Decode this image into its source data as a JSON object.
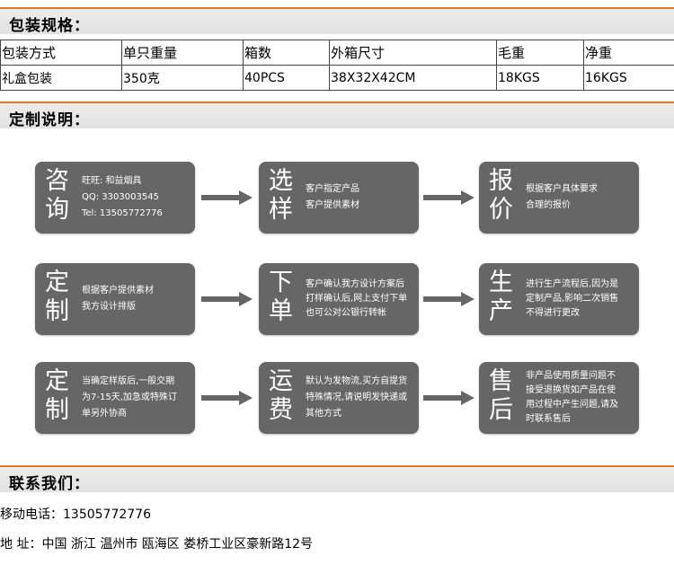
{
  "packaging": {
    "title": "包装规格：",
    "table": {
      "headers": [
        "包装方式",
        "单只重量",
        "箱数",
        "外箱尺寸",
        "毛重",
        "净重"
      ],
      "rows": [
        [
          "礼盒包装",
          "350克",
          "40PCS",
          "38X32X42CM",
          "18KGS",
          "16KGS"
        ]
      ]
    }
  },
  "custom": {
    "title": "定制说明：",
    "steps": [
      {
        "big": [
          "咨",
          "询"
        ],
        "lines": [
          "旺旺: 和益烟具",
          "QQ: 3303003545",
          "Tel: 13505772776"
        ]
      },
      {
        "big": [
          "选",
          "样"
        ],
        "lines": [
          "客户指定产品",
          "客户提供素材"
        ]
      },
      {
        "big": [
          "报",
          "价"
        ],
        "lines": [
          "根据客户具体要求",
          "合理的报价"
        ]
      },
      {
        "big": [
          "定",
          "制"
        ],
        "lines": [
          "根据客户提供素材",
          "我方设计排版"
        ]
      },
      {
        "big": [
          "下",
          "单"
        ],
        "lines": [
          "客户确认我方设计方案后",
          "打样确认后,网上支付下单",
          "也可公对公银行转帐"
        ]
      },
      {
        "big": [
          "生",
          "产"
        ],
        "lines": [
          "进行生产流程后,因为是",
          "定制产品,影响二次销售",
          "不得进行更改"
        ]
      },
      {
        "big": [
          "定",
          "制"
        ],
        "lines": [
          "当确定样版后,一般交期",
          "为7-15天,加急或特殊订",
          "单另外协商"
        ]
      },
      {
        "big": [
          "运",
          "费"
        ],
        "lines": [
          "默认为发物流,买方自提货",
          "特殊情况,请说明发快递或",
          "其他方式"
        ]
      },
      {
        "big": [
          "售",
          "后"
        ],
        "lines": [
          "非产品使用质量问题不",
          "接受退换货如产品在使",
          "用过程中产生问题,请及",
          "时联系售后"
        ]
      }
    ]
  },
  "contact": {
    "title": "联系我们：",
    "phone": "移动电话：13505772776",
    "address": "地 址：中国 浙江 温州市 瓯海区 娄桥工业区豪新路12号"
  },
  "colors": {
    "accent": "#e8781e",
    "card": "#666666",
    "arrow": "#666666"
  }
}
